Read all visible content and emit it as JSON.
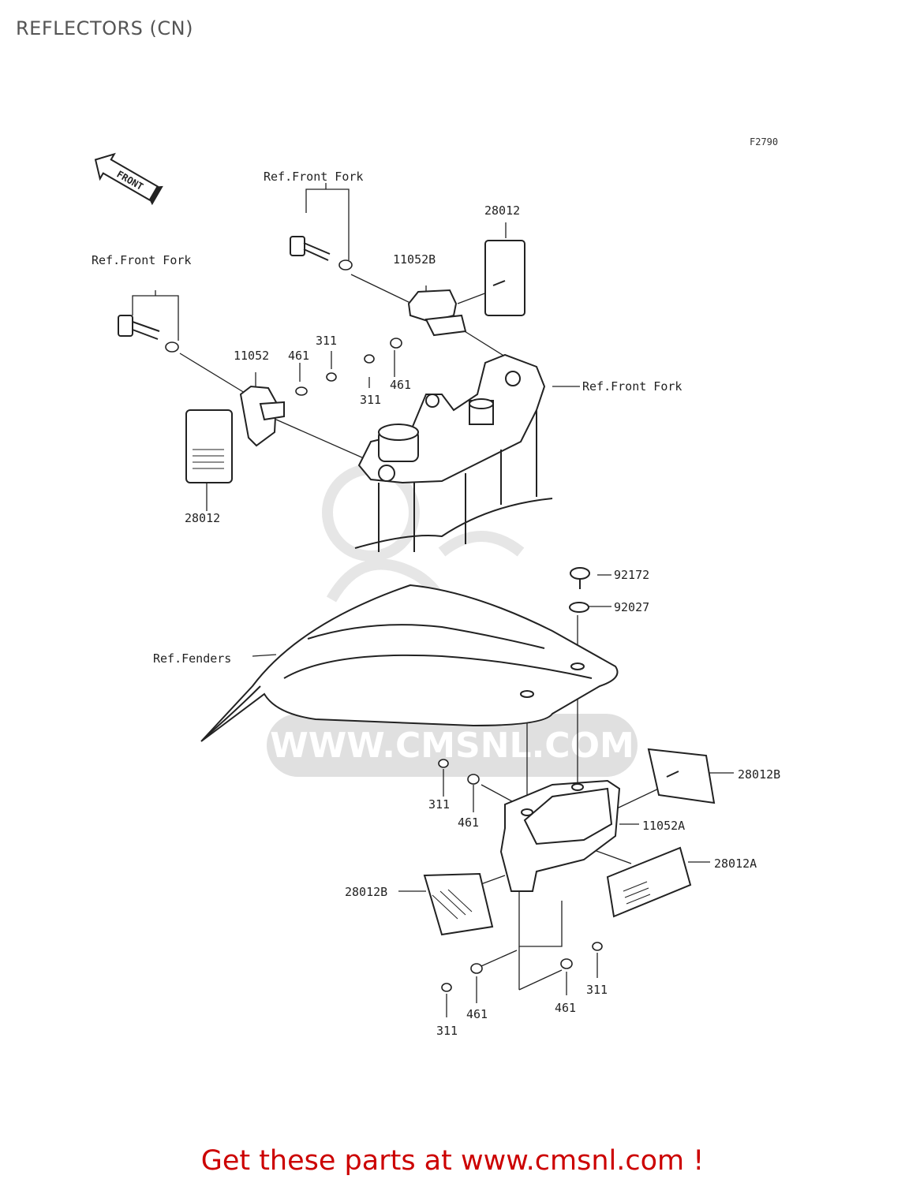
{
  "page": {
    "title": "REFLECTORS (CN)",
    "figure_code": "F2790",
    "front_marker": "FRONT",
    "watermark": "WWW.CMSNL.COM",
    "cta": "Get these parts at www.cmsnl.com !"
  },
  "labels": {
    "ref_front_fork_top": "Ref.Front Fork",
    "ref_front_fork_left": "Ref.Front Fork",
    "ref_front_fork_right": "Ref.Front Fork",
    "ref_fenders": "Ref.Fenders",
    "p28012_top": "28012",
    "p11052B": "11052B",
    "p11052": "11052",
    "p461_a": "461",
    "p311_a": "311",
    "p311_b": "311",
    "p461_b": "461",
    "p28012_left": "28012",
    "p92172": "92172",
    "p92027": "92027",
    "p311_c": "311",
    "p461_c": "461",
    "p28012B_right": "28012B",
    "p11052A": "11052A",
    "p28012A": "28012A",
    "p28012B_left": "28012B",
    "p461_d": "461",
    "p461_e": "461",
    "p311_d": "311",
    "p311_e": "311"
  }
}
